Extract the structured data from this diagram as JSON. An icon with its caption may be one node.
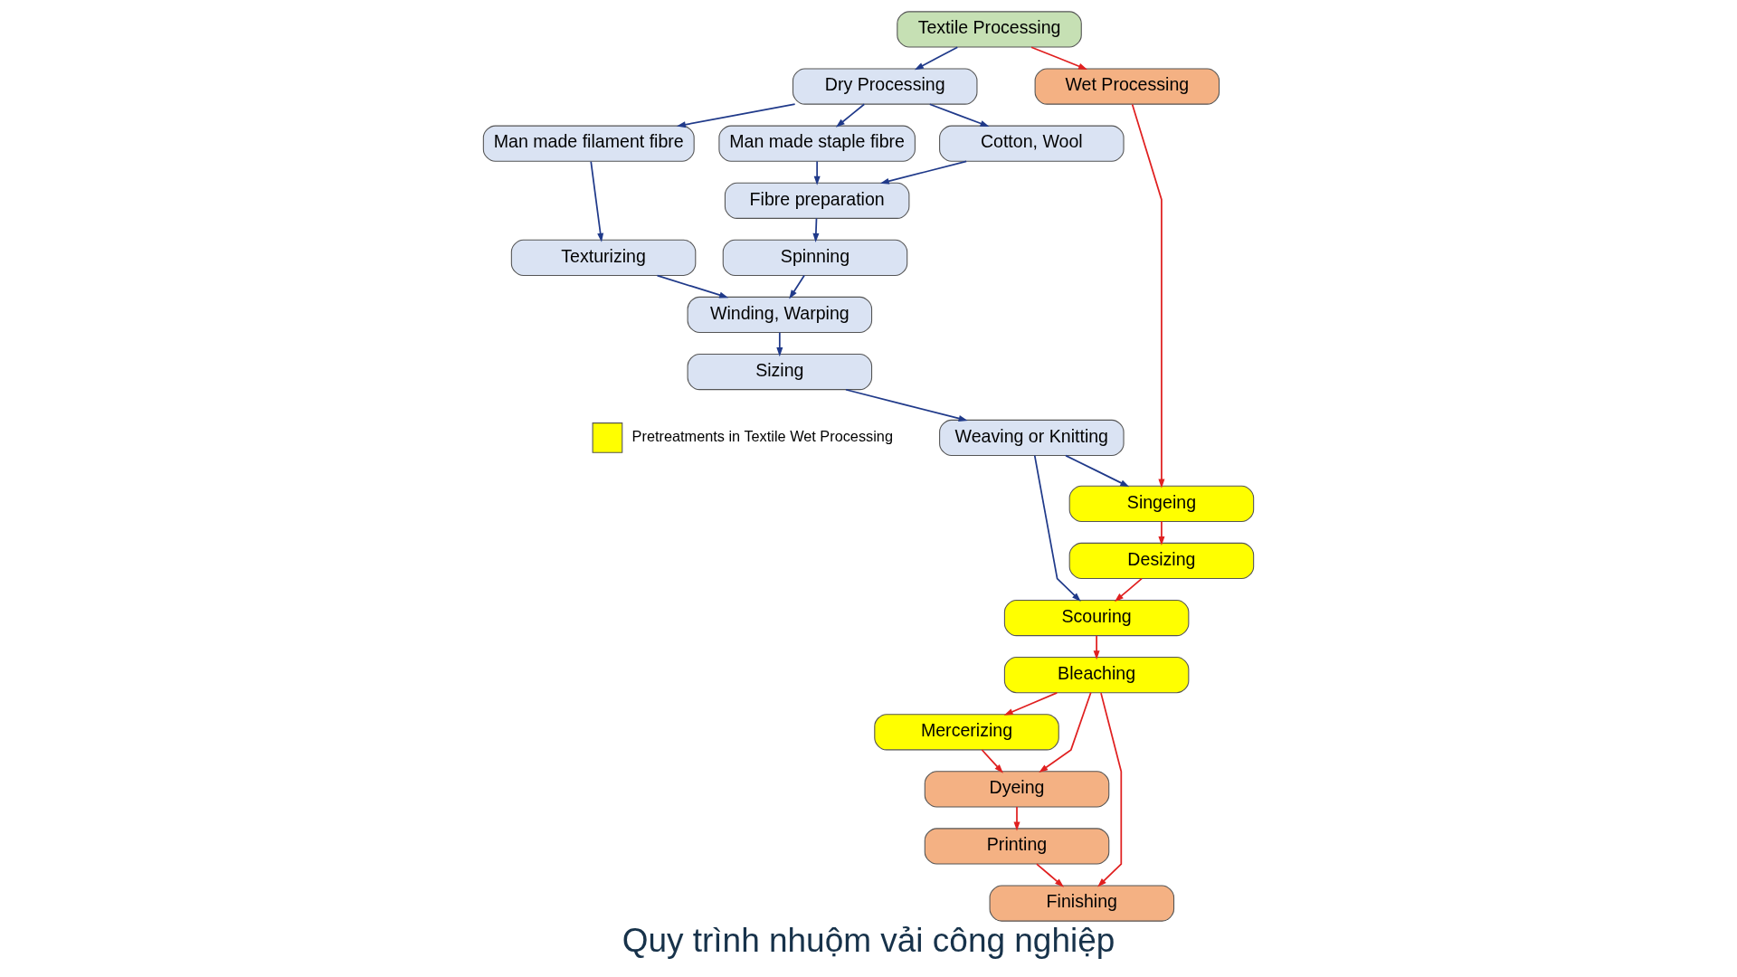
{
  "diagram": {
    "caption": "Quy trình nhuộm vải công nghiệp",
    "nodes": [
      {
        "text": [
          "Textile Processing"
        ]
      },
      {
        "text": [
          "Dry Processing"
        ]
      },
      {
        "text": [
          "Wet Processing"
        ]
      },
      {
        "text": [
          "Man made filament fibre"
        ]
      },
      {
        "text": [
          "Man made staple fibre"
        ]
      },
      {
        "text": [
          "Cotton, Wool"
        ]
      },
      {
        "text": [
          "Fibre preparation"
        ]
      },
      {
        "text": [
          "Texturizing"
        ]
      },
      {
        "text": [
          "Spinning"
        ]
      },
      {
        "text": [
          "Winding, Warping"
        ]
      },
      {
        "text": [
          "Weaving or Knitting"
        ]
      },
      {
        "text": [
          "Sizing"
        ]
      },
      {
        "text": [
          "Singeing"
        ]
      },
      {
        "text": [
          "Desizing"
        ]
      },
      {
        "text": [
          "Scouring"
        ]
      },
      {
        "text": [
          "Bleaching"
        ]
      },
      {
        "text": [
          "Mercerizing"
        ]
      },
      {
        "text": [
          "Dyeing"
        ]
      },
      {
        "text": [
          "Printing"
        ]
      },
      {
        "text": [
          "Finishing"
        ]
      }
    ],
    "edges": [
      {
        "from": 0,
        "to": 1,
        "arrow": "to"
      },
      {
        "from": 0,
        "to": 2,
        "arrow": "to",
        "color": "#e02020"
      },
      {
        "from": 1,
        "to": 3,
        "arrow": "to"
      },
      {
        "from": 1,
        "to": 4,
        "arrow": "to"
      },
      {
        "from": 1,
        "to": 5,
        "arrow": "to"
      },
      {
        "from": 4,
        "to": 6,
        "arrow": "to"
      },
      {
        "from": 5,
        "to": 6,
        "arrow": "to"
      },
      {
        "from": 3,
        "to": 7,
        "arrow": "to"
      },
      {
        "from": 6,
        "to": 8,
        "arrow": "to"
      },
      {
        "from": 8,
        "to": 9,
        "arrow": "to"
      },
      {
        "from": 7,
        "to": 9,
        "arrow": "to"
      },
      {
        "from": 9,
        "to": 11,
        "arrow": "to"
      },
      {
        "from": 11,
        "to": 10,
        "arrow": "to"
      },
      {
        "from": 10,
        "to": 12,
        "arrow": "to"
      },
      {
        "from": 10,
        "to": 14,
        "arrow": "to"
      },
      {
        "from": 2,
        "to": 12,
        "arrow": "to",
        "color": "#e02020"
      },
      {
        "from": 12,
        "to": 13,
        "arrow": "to",
        "color": "#e02020"
      },
      {
        "from": 13,
        "to": 14,
        "arrow": "to",
        "color": "#e02020"
      },
      {
        "from": 14,
        "to": 15,
        "arrow": "to",
        "color": "#e02020"
      },
      {
        "from": 15,
        "to": 16,
        "arrow": "to",
        "color": "#e02020"
      },
      {
        "from": 16,
        "to": 17,
        "arrow": "to",
        "color": "#e02020"
      },
      {
        "from": 17,
        "to": 18,
        "arrow": "to",
        "color": "#e02020"
      },
      {
        "from": 18,
        "to": 19,
        "arrow": "to",
        "color": "#e02020"
      },
      {
        "from": 15,
        "to": 17,
        "arrow": "to",
        "color": "#e02020"
      },
      {
        "from": 15,
        "to": 19,
        "arrow": "to",
        "color": "#e02020"
      }
    ],
    "legend": [
      {
        "text": "Pretreatments in Textile Wet Processing",
        "color": "#ffff00"
      }
    ]
  }
}
